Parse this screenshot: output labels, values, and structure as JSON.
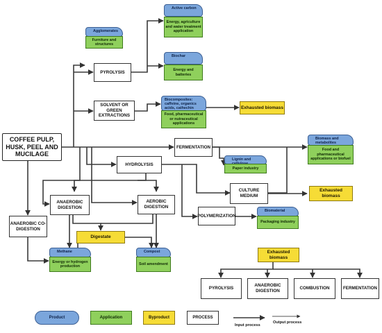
{
  "source": {
    "label": "COFFEE PULP, HUSK, PEEL AND MUCILAGE"
  },
  "processes": {
    "pyrolysis": "PYROLYSIS",
    "solvent": "SOLVENT OR GREEN EXTRACTIONS",
    "fermentation": "FERMENTATION",
    "hydrolysis": "HYDROLYSIS",
    "culture": "CULTURE MEDIUM",
    "anaerobic": "ANAEROBIC DIGESTION",
    "aerobic": "AEROBIC DIGESTION",
    "polymerization": "POLYMERIZATION",
    "codigestion": "ANAEROBIC CO-DIGESTION"
  },
  "products": {
    "active_carbon": {
      "product": "Active carbon",
      "application": "Energy, agriculture and water treatment application"
    },
    "agglomerates": {
      "product": "Agglomerates",
      "application": "Furniture and structures"
    },
    "biochar": {
      "product": "Biochar",
      "application": "Energy and batteries"
    },
    "biocomposites": {
      "product": "Biocomposites: caffeine, organics acids, cathechin",
      "application": "Food, pharmaceutical or nutraceutical applications"
    },
    "biomass": {
      "product": "Biomass and metabolites",
      "application": "Food and pharmaceutical applications or biofuel"
    },
    "lignin": {
      "product": "Lignin and cellulose",
      "application": "Paper industry"
    },
    "biomaterial": {
      "product": "Biomaterial",
      "application": "Packaging industry"
    },
    "methane": {
      "product": "Methane",
      "application": "Energy or hydrogen production"
    },
    "compost": {
      "product": "Compost",
      "application": "Soil amendment"
    }
  },
  "byproducts": {
    "exhausted_1": "Exhausted biomass",
    "exhausted_2": "Exhausted biomass",
    "digestate": "Digestate",
    "exhausted_3": "Exhausted biomass"
  },
  "final_processes": {
    "pyrolysis": "PYROLYSIS",
    "anaerobic": "ANAEROBIC DIGESTION",
    "combustion": "COMBUSTION",
    "fermentation": "FERMENTATION"
  },
  "legend": {
    "product": "Product",
    "application": "Application",
    "byproduct": "Byproduct",
    "process": "PROCESS",
    "input": "Input process",
    "output": "Output process"
  },
  "colors": {
    "product": "#7ba6dc",
    "application": "#8fd05c",
    "byproduct": "#f6dc36",
    "process": "#ffffff"
  }
}
